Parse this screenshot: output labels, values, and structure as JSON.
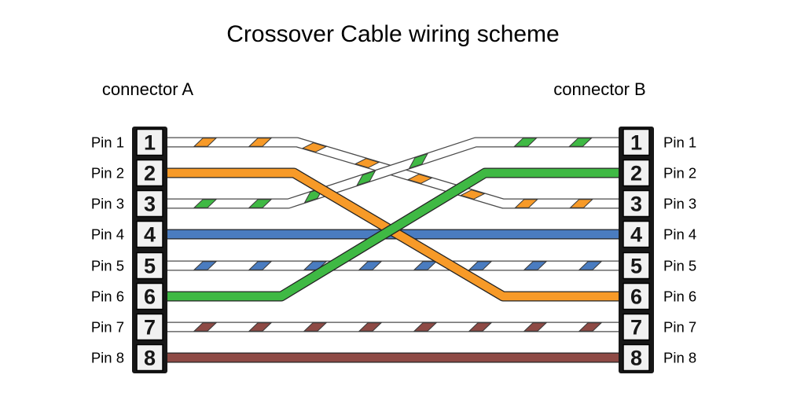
{
  "title": "Crossover Cable wiring scheme",
  "connector_a": {
    "label": "connector A",
    "pin_numbers": [
      "1",
      "2",
      "3",
      "4",
      "5",
      "6",
      "7",
      "8"
    ],
    "pin_labels": [
      "Pin 1",
      "Pin 2",
      "Pin 3",
      "Pin 4",
      "Pin 5",
      "Pin 6",
      "Pin 7",
      "Pin 8"
    ]
  },
  "connector_b": {
    "label": "connector B",
    "pin_numbers": [
      "1",
      "2",
      "3",
      "4",
      "5",
      "6",
      "7",
      "8"
    ],
    "pin_labels": [
      "Pin 1",
      "Pin 2",
      "Pin 3",
      "Pin 4",
      "Pin 5",
      "Pin 6",
      "Pin 7",
      "Pin 8"
    ]
  },
  "wiring": [
    {
      "a_pin": 1,
      "b_pin": 3,
      "style": "striped",
      "color_name": "white-orange",
      "color": "#F79A28"
    },
    {
      "a_pin": 2,
      "b_pin": 6,
      "style": "solid",
      "color_name": "orange",
      "color": "#F79A28"
    },
    {
      "a_pin": 3,
      "b_pin": 1,
      "style": "striped",
      "color_name": "white-green",
      "color": "#3FB944"
    },
    {
      "a_pin": 4,
      "b_pin": 4,
      "style": "solid",
      "color_name": "blue",
      "color": "#4A7CC0"
    },
    {
      "a_pin": 5,
      "b_pin": 5,
      "style": "striped",
      "color_name": "white-blue",
      "color": "#4A7CC0"
    },
    {
      "a_pin": 6,
      "b_pin": 2,
      "style": "solid",
      "color_name": "green",
      "color": "#3FB944"
    },
    {
      "a_pin": 7,
      "b_pin": 7,
      "style": "striped",
      "color_name": "white-brown",
      "color": "#8E4A45"
    },
    {
      "a_pin": 8,
      "b_pin": 8,
      "style": "solid",
      "color_name": "brown",
      "color": "#8E4A45"
    }
  ],
  "colors": {
    "background": "#FFFFFF",
    "text": "#000000",
    "connector_body": "#171717",
    "pin_square_fill": "#F1F1F1",
    "wire_white": "#FFFFFF",
    "outline_solid": "#242424",
    "outline_striped": "#4A4A4A",
    "stripe_outline": "#383838"
  }
}
